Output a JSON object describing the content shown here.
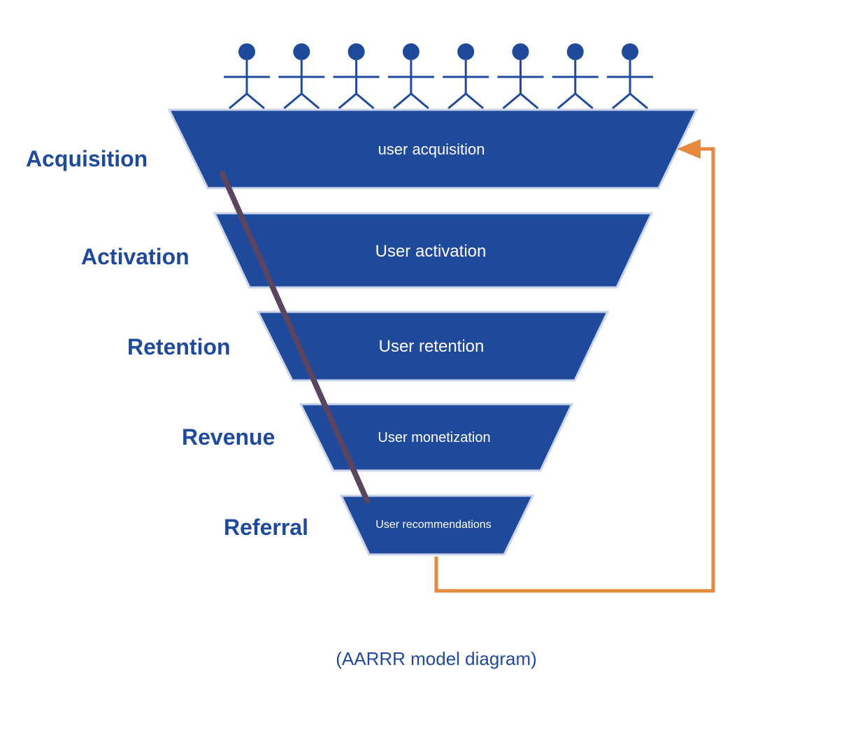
{
  "colors": {
    "funnel_fill": "#1f4a9c",
    "funnel_edge": "#c9d4ea",
    "label_text": "#1f4a9c",
    "tier_text": "#ffffff",
    "loop_arrow": "#e58a3c",
    "connector": "#5a4560",
    "caption_text": "#1f4a9c"
  },
  "icons": {
    "person": "stick-figure-icon",
    "arrow": "arrow-head-icon"
  },
  "people_count": 8,
  "stages": [
    {
      "label": "Acquisition",
      "text": "user acquisition"
    },
    {
      "label": "Activation",
      "text": "User activation"
    },
    {
      "label": "Retention",
      "text": "User retention"
    },
    {
      "label": "Revenue",
      "text": "User monetization"
    },
    {
      "label": "Referral",
      "text": "User recommendations"
    }
  ],
  "caption": "(AARRR model diagram)"
}
